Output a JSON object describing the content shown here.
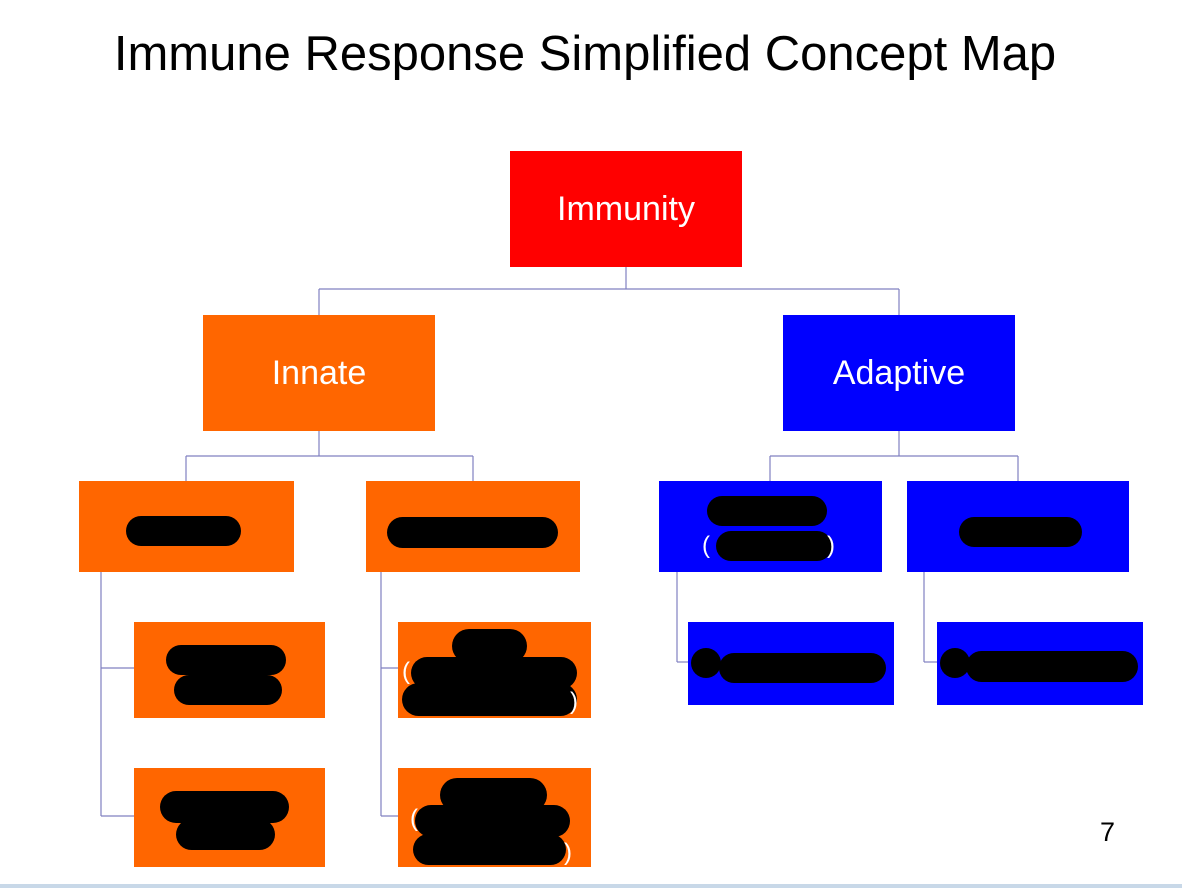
{
  "slide": {
    "title": "Immune Response Simplified Concept Map",
    "page_number": "7"
  },
  "colors": {
    "root": "#ff0000",
    "innate": "#ff6600",
    "adaptive": "#0000ff",
    "connector": "#8080c0",
    "redaction": "#000000"
  },
  "diagram": {
    "root": {
      "label": "Immunity"
    },
    "innate": {
      "label": "Innate"
    },
    "adaptive": {
      "label": "Adaptive"
    }
  }
}
